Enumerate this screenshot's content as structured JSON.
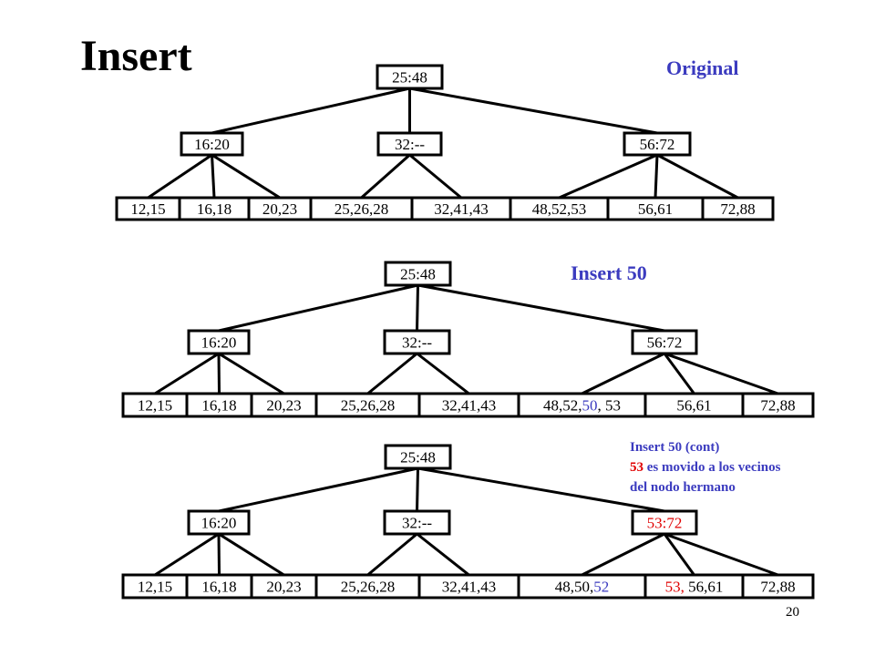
{
  "title": "Insert",
  "page_number": "20",
  "colors": {
    "blue": "#3b3bbf",
    "red": "#e00000",
    "black": "#000000"
  },
  "trees": [
    {
      "caption": "Original",
      "root": "25:48",
      "internal": [
        "16:20",
        "32:--",
        "56:72"
      ],
      "leaves": [
        [
          {
            "t": "12,15"
          }
        ],
        [
          {
            "t": "16,18"
          }
        ],
        [
          {
            "t": "20,23"
          }
        ],
        [
          {
            "t": "25,26,28"
          }
        ],
        [
          {
            "t": "32,41,43"
          }
        ],
        [
          {
            "t": "48,52,53"
          }
        ],
        [
          {
            "t": "56,61"
          }
        ],
        [
          {
            "t": "72,88"
          }
        ]
      ]
    },
    {
      "caption": "Insert 50",
      "root": "25:48",
      "internal": [
        "16:20",
        "32:--",
        "56:72"
      ],
      "leaves": [
        [
          {
            "t": "12,15"
          }
        ],
        [
          {
            "t": "16,18"
          }
        ],
        [
          {
            "t": "20,23"
          }
        ],
        [
          {
            "t": "25,26,28"
          }
        ],
        [
          {
            "t": "32,41,43"
          }
        ],
        [
          {
            "t": "48,52,"
          },
          {
            "t": "50",
            "c": "blue"
          },
          {
            "t": ", 53"
          }
        ],
        [
          {
            "t": "56,61"
          }
        ],
        [
          {
            "t": "72,88"
          }
        ]
      ]
    },
    {
      "caption_lines": [
        [
          {
            "t": "Insert 50 (cont)"
          }
        ],
        [
          {
            "t": "53",
            "c": "red"
          },
          {
            "t": " es movido a los vecinos"
          }
        ],
        [
          {
            "t": "del nodo hermano"
          }
        ]
      ],
      "root": "25:48",
      "internal": [
        "16:20",
        "32:--",
        "53:72"
      ],
      "internal_colors": [
        "",
        "",
        "red"
      ],
      "leaves": [
        [
          {
            "t": "12,15"
          }
        ],
        [
          {
            "t": "16,18"
          }
        ],
        [
          {
            "t": "20,23"
          }
        ],
        [
          {
            "t": "25,26,28"
          }
        ],
        [
          {
            "t": "32,41,43"
          }
        ],
        [
          {
            "t": "48,50,"
          },
          {
            "t": "52",
            "c": "blue"
          }
        ],
        [
          {
            "t": "53, ",
            "c": "red"
          },
          {
            "t": "56,61"
          }
        ],
        [
          {
            "t": "72,88"
          }
        ]
      ]
    }
  ]
}
